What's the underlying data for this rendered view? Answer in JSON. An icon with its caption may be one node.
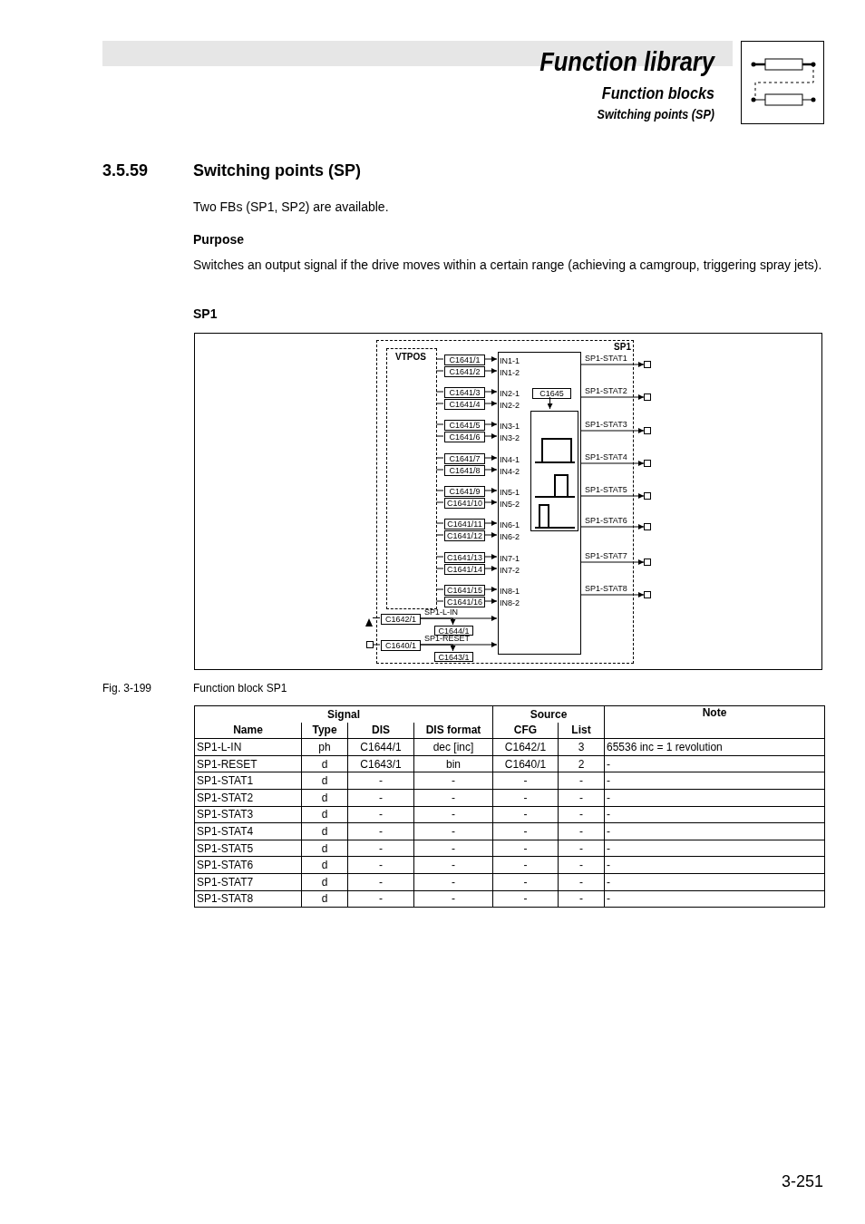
{
  "diagram": {
    "title": "Function library",
    "nodes": [
      {
        "text": [
          "SP1"
        ]
      },
      {
        "text": [
          "VTPOS"
        ],
        "in": 0
      },
      {
        "text": [
          "C1641/1"
        ],
        "in": 0
      },
      {
        "text": [
          "C1641/2"
        ],
        "in": 0
      },
      {
        "text": [
          "C1641/3"
        ],
        "in": 0
      },
      {
        "text": [
          "C1641/4"
        ],
        "in": 0
      },
      {
        "text": [
          "C1641/5"
        ],
        "in": 0
      },
      {
        "text": [
          "C1641/6"
        ],
        "in": 0
      },
      {
        "text": [
          "C1641/7"
        ],
        "in": 0
      },
      {
        "text": [
          "C1641/8"
        ],
        "in": 0
      },
      {
        "text": [
          "C1641/9"
        ],
        "in": 0
      },
      {
        "text": [
          "C1641/10"
        ],
        "in": 0
      },
      {
        "text": [
          "C1641/11"
        ],
        "in": 0
      },
      {
        "text": [
          "C1641/12"
        ],
        "in": 0
      },
      {
        "text": [
          "C1641/13"
        ],
        "in": 0
      },
      {
        "text": [
          "C1641/14"
        ],
        "in": 0
      },
      {
        "text": [
          "C1641/15"
        ],
        "in": 0
      },
      {
        "text": [
          "C1641/16"
        ],
        "in": 0
      },
      {
        "text": [
          "IN1-1",
          "IN1-2",
          "IN2-1",
          "IN2-2",
          "IN3-1",
          "IN3-2",
          "IN4-1",
          "IN4-2",
          "IN5-1",
          "IN5-2",
          "IN6-1",
          "IN6-2",
          "IN7-1",
          "IN7-2",
          "IN8-1",
          "IN8-2"
        ],
        "in": 0
      },
      {
        "text": [
          "C1645"
        ],
        "in": 18
      },
      {
        "text": [],
        "shape": "box",
        "in": 18
      },
      {
        "text": [],
        "shape": "box"
      },
      {
        "text": [],
        "shape": "box"
      },
      {
        "text": [],
        "shape": "box"
      },
      {
        "text": [],
        "shape": "box"
      },
      {
        "text": [],
        "shape": "box"
      },
      {
        "text": [],
        "shape": "box"
      },
      {
        "text": [],
        "shape": "box"
      },
      {
        "text": [],
        "shape": "box"
      },
      {
        "text": [
          "C1642/1"
        ],
        "in": 0
      },
      {
        "text": [
          "C1644/1"
        ],
        "in": 0
      },
      {
        "text": [
          "C1640/1"
        ],
        "in": 0
      },
      {
        "text": [
          "C1643/1"
        ],
        "in": 0
      },
      {
        "text": [],
        "shape": "triangle"
      },
      {
        "text": [],
        "shape": "box"
      }
    ],
    "edges": [
      {
        "from": 1,
        "to": 2,
        "arrow": "none"
      },
      {
        "from": 1,
        "to": 3,
        "arrow": "none"
      },
      {
        "from": 1,
        "to": 4,
        "arrow": "none"
      },
      {
        "from": 1,
        "to": 5,
        "arrow": "none"
      },
      {
        "from": 1,
        "to": 6,
        "arrow": "none"
      },
      {
        "from": 1,
        "to": 7,
        "arrow": "none"
      },
      {
        "from": 1,
        "to": 8,
        "arrow": "none"
      },
      {
        "from": 1,
        "to": 9,
        "arrow": "none"
      },
      {
        "from": 1,
        "to": 10,
        "arrow": "none"
      },
      {
        "from": 1,
        "to": 11,
        "arrow": "none"
      },
      {
        "from": 1,
        "to": 12,
        "arrow": "none"
      },
      {
        "from": 1,
        "to": 13,
        "arrow": "none"
      },
      {
        "from": 1,
        "to": 14,
        "arrow": "none"
      },
      {
        "from": 1,
        "to": 15,
        "arrow": "none"
      },
      {
        "from": 1,
        "to": 16,
        "arrow": "none"
      },
      {
        "from": 1,
        "to": 17,
        "arrow": "none"
      },
      {
        "from": 2,
        "to": 18,
        "arrow": "to"
      },
      {
        "from": 3,
        "to": 18,
        "arrow": "to"
      },
      {
        "from": 4,
        "to": 18,
        "arrow": "to"
      },
      {
        "from": 5,
        "to": 18,
        "arrow": "to"
      },
      {
        "from": 6,
        "to": 18,
        "arrow": "to"
      },
      {
        "from": 7,
        "to": 18,
        "arrow": "to"
      },
      {
        "from": 8,
        "to": 18,
        "arrow": "to"
      },
      {
        "from": 9,
        "to": 18,
        "arrow": "to"
      },
      {
        "from": 10,
        "to": 18,
        "arrow": "to"
      },
      {
        "from": 11,
        "to": 18,
        "arrow": "to"
      },
      {
        "from": 12,
        "to": 18,
        "arrow": "to"
      },
      {
        "from": 13,
        "to": 18,
        "arrow": "to"
      },
      {
        "from": 14,
        "to": 18,
        "arrow": "to"
      },
      {
        "from": 15,
        "to": 18,
        "arrow": "to"
      },
      {
        "from": 16,
        "to": 18,
        "arrow": "to"
      },
      {
        "from": 17,
        "to": 18,
        "arrow": "to"
      },
      {
        "from": 19,
        "to": 20,
        "arrow": "to"
      },
      {
        "from": 18,
        "to": 21,
        "arrow": "to",
        "label": "SP1-STAT1"
      },
      {
        "from": 18,
        "to": 22,
        "arrow": "to",
        "label": "SP1-STAT2"
      },
      {
        "from": 18,
        "to": 23,
        "arrow": "to",
        "label": "SP1-STAT3"
      },
      {
        "from": 18,
        "to": 24,
        "arrow": "to",
        "label": "SP1-STAT4"
      },
      {
        "from": 18,
        "to": 25,
        "arrow": "to",
        "label": "SP1-STAT5"
      },
      {
        "from": 18,
        "to": 26,
        "arrow": "to",
        "label": "SP1-STAT6"
      },
      {
        "from": 18,
        "to": 27,
        "arrow": "to",
        "label": "SP1-STAT7"
      },
      {
        "from": 18,
        "to": 28,
        "arrow": "to",
        "label": "SP1-STAT8"
      },
      {
        "from": 33,
        "to": 29,
        "arrow": "none"
      },
      {
        "from": 29,
        "to": 18,
        "arrow": "to",
        "label": "SP1-L-IN"
      },
      {
        "from": 29,
        "to": 30,
        "arrow": "to"
      },
      {
        "from": 34,
        "to": 31,
        "arrow": "none"
      },
      {
        "from": 31,
        "to": 18,
        "arrow": "to",
        "label": "SP1-RESET"
      },
      {
        "from": 31,
        "to": 32,
        "arrow": "to"
      }
    ],
    "labels": [
      "Function blocks",
      "Switching points (SP)",
      "3.5.59",
      "Switching points (SP)",
      "Two FBs (SP1, SP2) are available.",
      "Purpose",
      "Switches an output signal if the drive moves within a certain range (achieving a camgroup, triggering spray jets).",
      "SP1",
      "Fig. 3-199",
      "Function block SP1",
      "Signal",
      "Source",
      "Note",
      "Name",
      "Type",
      "DIS",
      "DIS format",
      "CFG",
      "List",
      "SP1-L-IN",
      "ph",
      "C1644/1",
      "dec [inc]",
      "C1642/1",
      "3",
      "65536 inc = 1 revolution",
      "SP1-RESET",
      "d",
      "C1643/1",
      "bin",
      "C1640/1",
      "2",
      "-",
      "SP1-STAT1",
      "d",
      "-",
      "-",
      "-",
      "-",
      "-",
      "SP1-STAT2",
      "d",
      "-",
      "-",
      "-",
      "-",
      "-",
      "SP1-STAT3",
      "d",
      "-",
      "-",
      "-",
      "-",
      "-",
      "SP1-STAT4",
      "d",
      "-",
      "-",
      "-",
      "-",
      "-",
      "SP1-STAT5",
      "d",
      "-",
      "-",
      "-",
      "-",
      "-",
      "SP1-STAT6",
      "d",
      "-",
      "-",
      "-",
      "-",
      "-",
      "SP1-STAT7",
      "d",
      "-",
      "-",
      "-",
      "-",
      "-",
      "SP1-STAT8",
      "d",
      "-",
      "-",
      "-",
      "-",
      "-",
      "3-251"
    ]
  }
}
